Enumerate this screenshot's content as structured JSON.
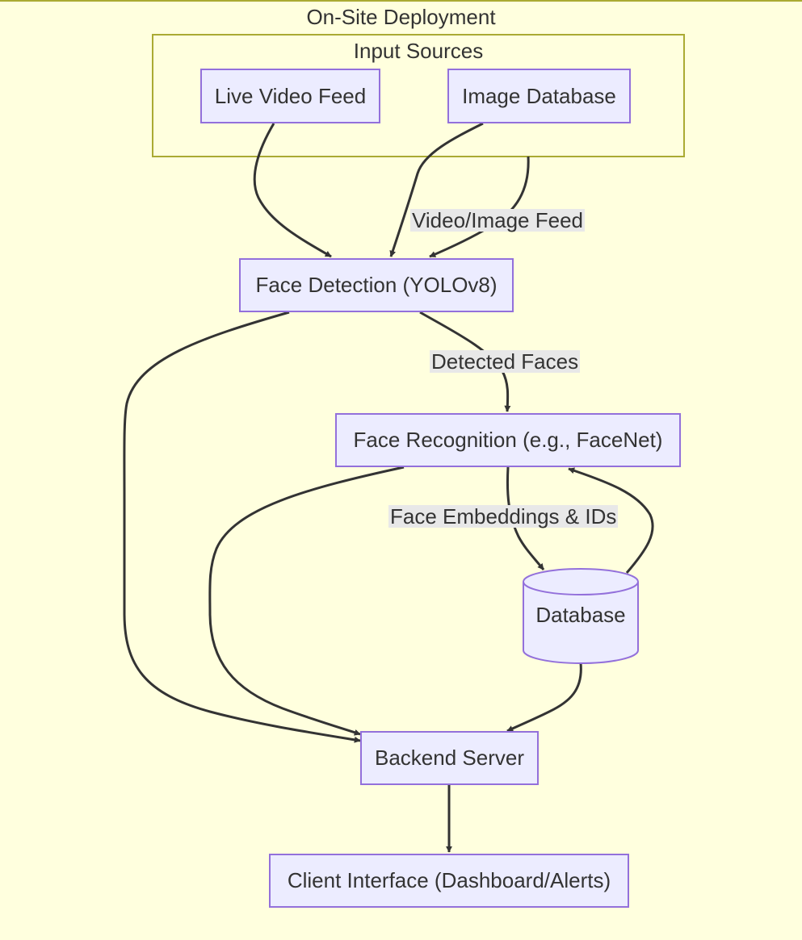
{
  "clusters": {
    "outer": "On-Site Deployment",
    "inputs": "Input Sources"
  },
  "nodes": {
    "live_video": "Live Video Feed",
    "image_db": "Image Database",
    "face_detection": "Face Detection (YOLOv8)",
    "face_recognition": "Face Recognition (e.g., FaceNet)",
    "database": "Database",
    "backend": "Backend Server",
    "client": "Client Interface (Dashboard/Alerts)"
  },
  "edge_labels": {
    "feed": "Video/Image Feed",
    "detected": "Detected Faces",
    "embeddings": "Face Embeddings & IDs"
  },
  "colors": {
    "background": "#ffffde",
    "node_fill": "#ececff",
    "node_stroke": "#9370db",
    "cluster_stroke": "#aaaa33",
    "edge": "#333333",
    "edge_label_bg": "#e8e8e8"
  }
}
